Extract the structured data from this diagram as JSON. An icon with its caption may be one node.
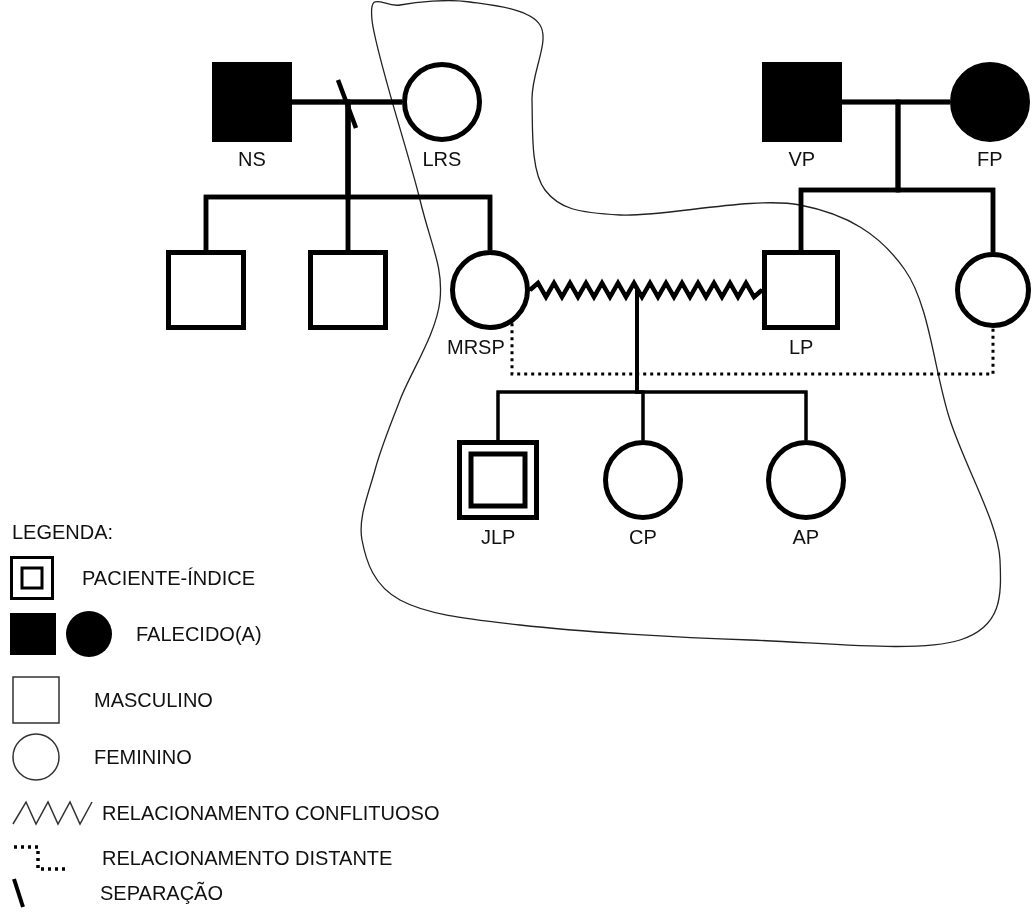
{
  "diagram": {
    "nodes": [
      {
        "text": [
          "NS"
        ]
      },
      {
        "text": [
          "LRS"
        ]
      },
      {
        "text": [
          "VP"
        ]
      },
      {
        "text": [
          "FP"
        ]
      },
      {
        "text": [],
        "shape": "box"
      },
      {
        "text": [],
        "shape": "box"
      },
      {
        "text": [
          "MRSP"
        ]
      },
      {
        "text": [
          "LP"
        ]
      },
      {
        "text": [],
        "shape": "circle"
      },
      {
        "text": [
          "JLP"
        ]
      },
      {
        "text": [
          "CP"
        ]
      },
      {
        "text": [
          "AP"
        ]
      }
    ],
    "edges": [
      {
        "from": 0,
        "to": 1,
        "arrow": "none"
      },
      {
        "from": 2,
        "to": 3,
        "arrow": "none"
      },
      {
        "from": 0,
        "to": 4,
        "arrow": "none"
      },
      {
        "from": 1,
        "to": 4,
        "arrow": "none"
      },
      {
        "from": 0,
        "to": 5,
        "arrow": "none"
      },
      {
        "from": 1,
        "to": 5,
        "arrow": "none"
      },
      {
        "from": 0,
        "to": 6,
        "arrow": "none"
      },
      {
        "from": 1,
        "to": 6,
        "arrow": "none"
      },
      {
        "from": 2,
        "to": 7,
        "arrow": "none"
      },
      {
        "from": 3,
        "to": 7,
        "arrow": "none"
      },
      {
        "from": 2,
        "to": 8,
        "arrow": "none"
      },
      {
        "from": 3,
        "to": 8,
        "arrow": "none"
      },
      {
        "from": 6,
        "to": 7,
        "arrow": "none"
      },
      {
        "from": 6,
        "to": 8,
        "arrow": "none",
        "style": "dashed"
      },
      {
        "from": 6,
        "to": 9,
        "arrow": "none"
      },
      {
        "from": 7,
        "to": 9,
        "arrow": "none"
      },
      {
        "from": 6,
        "to": 10,
        "arrow": "none"
      },
      {
        "from": 7,
        "to": 10,
        "arrow": "none"
      },
      {
        "from": 6,
        "to": 11,
        "arrow": "none"
      },
      {
        "from": 7,
        "to": 11,
        "arrow": "none"
      }
    ],
    "labels": [
      "LEGENDA:"
    ],
    "legend": [
      {
        "text": "PACIENTE-ÍNDICE"
      },
      {
        "text": "FALECIDO(A)"
      },
      {
        "text": "MASCULINO"
      },
      {
        "text": "FEMININO"
      },
      {
        "text": "RELACIONAMENTO CONFLITUOSO"
      },
      {
        "text": "RELACIONAMENTO DISTANTE"
      },
      {
        "text": "SEPARAÇÃO"
      }
    ]
  }
}
